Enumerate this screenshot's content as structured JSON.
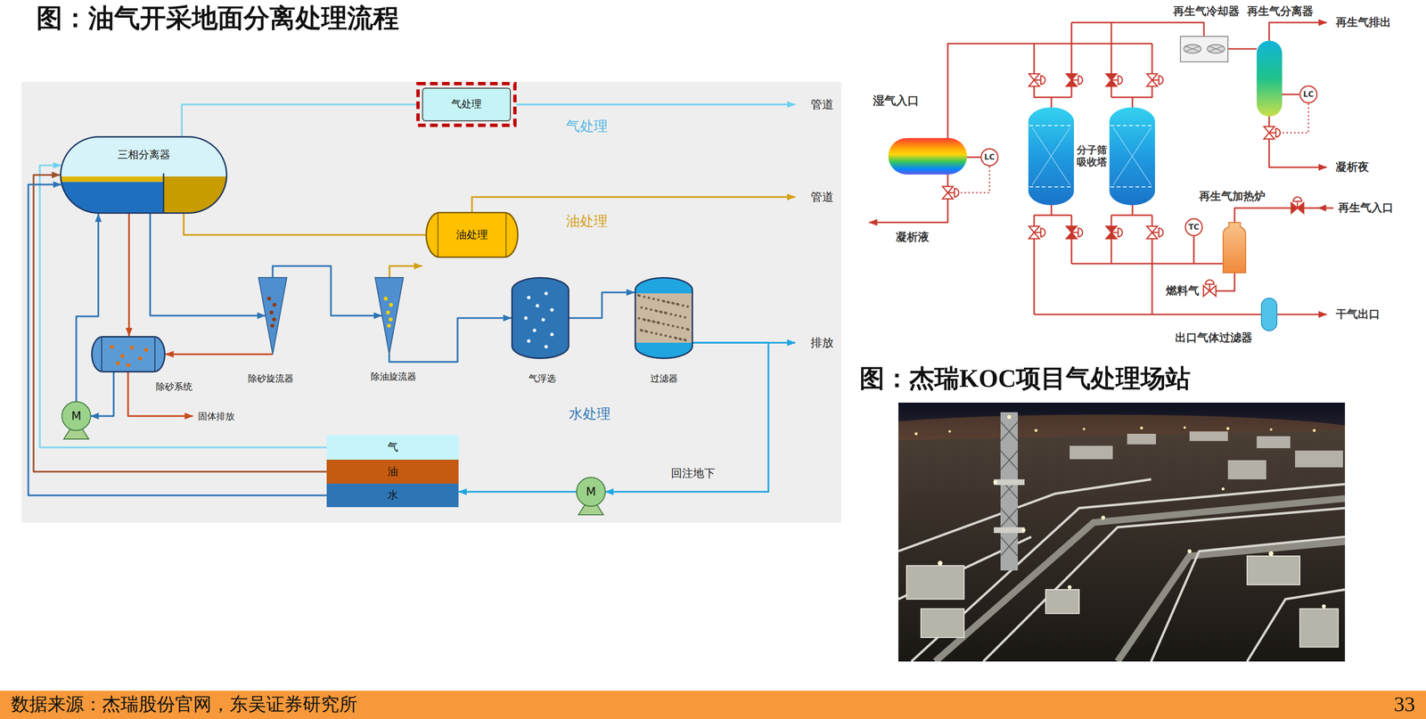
{
  "diagram": {
    "title": "图：油气开采地面分离处理流程",
    "caption": "数据来源：杰瑞股份官网，东吴证券研究所",
    "nodes": [
      {
        "text": [
          "三相分离器"
        ]
      },
      {
        "text": [
          "气处理"
        ]
      },
      {
        "text": [
          "油处理"
        ]
      },
      {
        "text": [
          "除砂系统"
        ]
      },
      {
        "text": [
          "除砂旋流器"
        ]
      },
      {
        "text": [
          "除油旋流器"
        ]
      },
      {
        "text": [
          "气浮选"
        ]
      },
      {
        "text": [
          "过滤器"
        ]
      },
      {
        "text": [
          "M"
        ]
      },
      {
        "text": [
          "气"
        ]
      },
      {
        "text": [
          "油"
        ]
      },
      {
        "text": [
          "水"
        ]
      },
      {
        "text": [
          "M"
        ]
      },
      {
        "text": [
          "LC"
        ]
      },
      {
        "text": [
          "LC"
        ]
      },
      {
        "text": [
          "TC"
        ]
      }
    ],
    "edges": [
      {
        "from": 0,
        "to": 1,
        "arrow": "none"
      },
      {
        "from": 0,
        "to": 2,
        "arrow": "none"
      },
      {
        "from": 0,
        "to": 3,
        "arrow": "to"
      },
      {
        "from": 0,
        "to": 4,
        "arrow": "to"
      },
      {
        "from": 4,
        "to": 3,
        "arrow": "to"
      },
      {
        "from": 4,
        "to": 5,
        "arrow": "to"
      },
      {
        "from": 5,
        "to": 6,
        "arrow": "to"
      },
      {
        "from": 6,
        "to": 7,
        "arrow": "to"
      },
      {
        "from": 7,
        "to": 12,
        "arrow": "to"
      },
      {
        "from": 12,
        "to": 11,
        "arrow": "to"
      },
      {
        "from": 3,
        "to": 8,
        "arrow": "to"
      },
      {
        "from": 8,
        "to": 0,
        "arrow": "to"
      },
      {
        "from": 9,
        "to": 0,
        "arrow": "to"
      },
      {
        "from": 10,
        "to": 0,
        "arrow": "to"
      },
      {
        "from": 11,
        "to": 0,
        "arrow": "to"
      }
    ],
    "labels": [
      "管道",
      "管道",
      "排放",
      "气处理",
      "油处理",
      "水处理",
      "回注地下",
      "固体排放",
      "再生气冷却器",
      "再生气分离器",
      "再生气排出",
      "湿气入口",
      "分子筛 吸收塔",
      "凝析液",
      "凝析夜",
      "再生气加热炉",
      "再生气入口",
      "燃料气",
      "干气出口",
      "出口气体过滤器",
      "图：杰瑞KOC项目气处理场站",
      "33"
    ]
  }
}
